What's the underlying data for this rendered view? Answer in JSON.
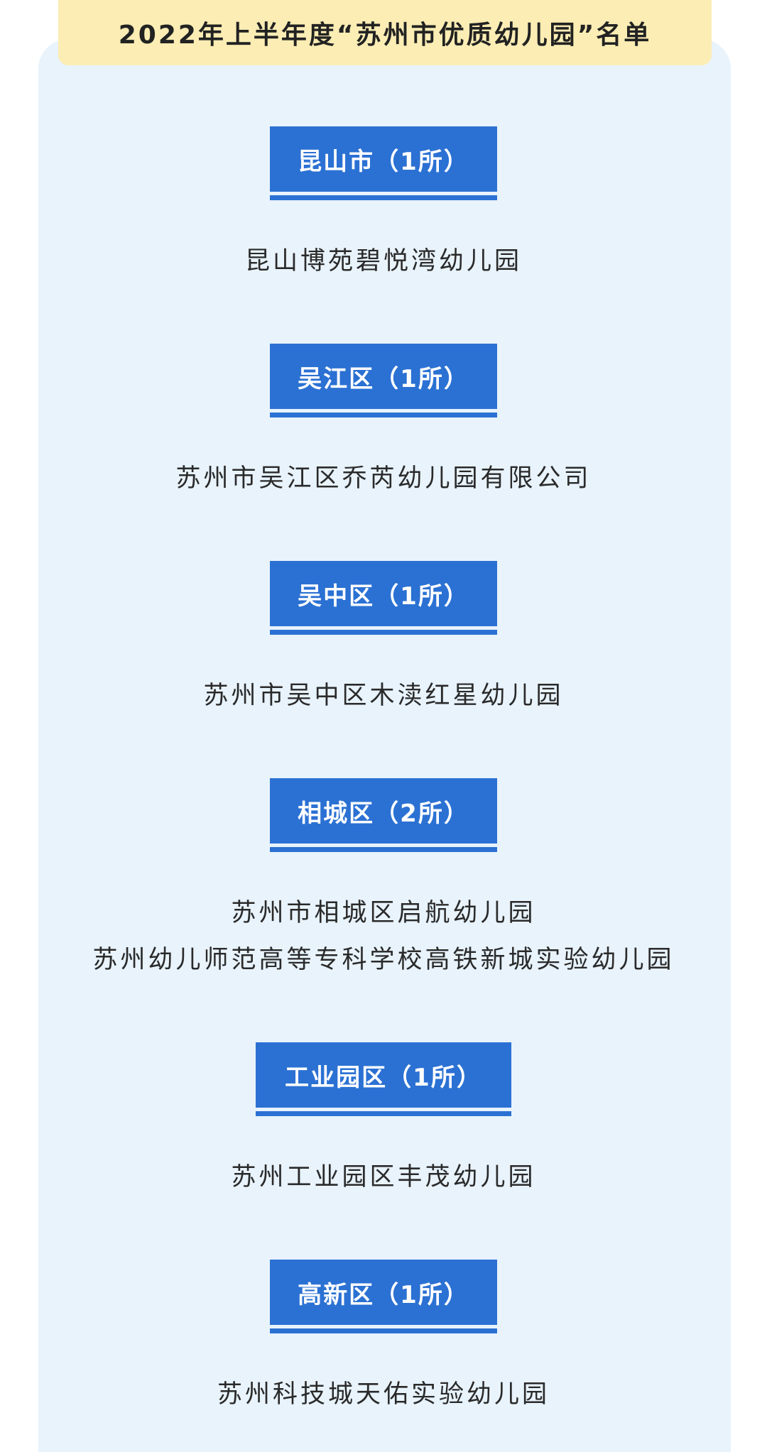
{
  "title": "2022年上半年度“苏州市优质幼儿园”名单",
  "sections": [
    {
      "district": "昆山市（1所）",
      "kindergartens": [
        "昆山博苑碧悦湾幼儿园"
      ]
    },
    {
      "district": "吴江区（1所）",
      "kindergartens": [
        "苏州市吴江区乔芮幼儿园有限公司"
      ]
    },
    {
      "district": "吴中区（1所）",
      "kindergartens": [
        "苏州市吴中区木渎红星幼儿园"
      ]
    },
    {
      "district": "相城区（2所）",
      "kindergartens": [
        "苏州市相城区启航幼儿园",
        "苏州幼儿师范高等专科学校高铁新城实验幼儿园"
      ]
    },
    {
      "district": "工业园区（1所）",
      "kindergartens": [
        "苏州工业园区丰茂幼儿园"
      ]
    },
    {
      "district": "高新区（1所）",
      "kindergartens": [
        "苏州科技城天佑实验幼儿园"
      ]
    }
  ],
  "colors": {
    "title_background": "#fbedb4",
    "panel_background": "#e8f3fc",
    "district_background": "#2b71d3",
    "district_text": "#ffffff",
    "body_text": "#2a2a2a"
  }
}
